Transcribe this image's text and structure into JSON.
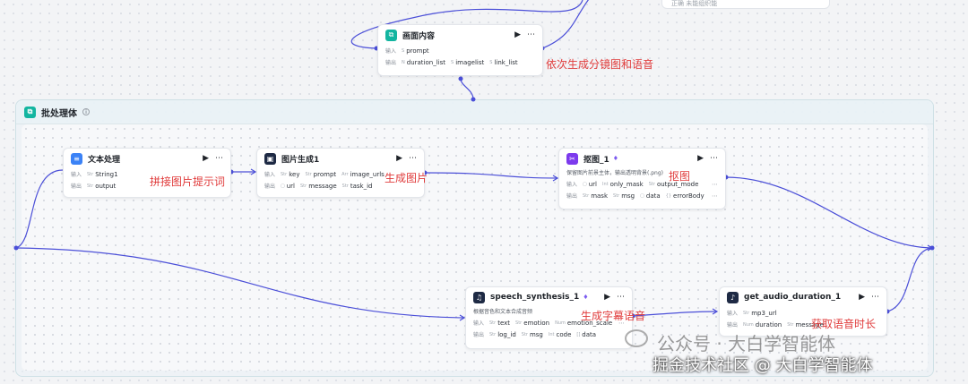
{
  "top_panel": {
    "text": "正确   未能组织能"
  },
  "labels": {
    "input": "输入",
    "output": "输出"
  },
  "colors": {
    "wire": "#4b4fd8",
    "annotation": "#e03b3b",
    "group_accent": "#13b5a0"
  },
  "nodes": {
    "huamian": {
      "title": "画面内容",
      "inputs": [
        "prompt"
      ],
      "outputs": [
        "duration_list",
        "imagelist",
        "link_list"
      ]
    },
    "wenben": {
      "title": "文本处理",
      "inputs": [
        "String1"
      ],
      "outputs": [
        "output"
      ]
    },
    "tupian": {
      "title": "图片生成1",
      "inputs": [
        "key",
        "prompt",
        "image_urls"
      ],
      "outputs": [
        "url",
        "message",
        "task_id"
      ]
    },
    "koutu": {
      "title": "抠图_1",
      "desc": "保留图片前景主体，输出透明背景(.png)",
      "inputs": [
        "url",
        "only_mask",
        "output_mode"
      ],
      "outputs": [
        "mask",
        "msg",
        "data",
        "errorBody"
      ]
    },
    "speech": {
      "title": "speech_synthesis_1",
      "desc": "根据音色和文本合成音频",
      "inputs": [
        "text",
        "emotion",
        "emotion_scale"
      ],
      "outputs": [
        "log_id",
        "msg",
        "code",
        "data"
      ]
    },
    "audio": {
      "title": "get_audio_duration_1",
      "inputs": [
        "mp3_url"
      ],
      "outputs": [
        "duration",
        "message"
      ]
    }
  },
  "group": {
    "title": "批处理体"
  },
  "annotations": {
    "huamian": "依次生成分镜图和语音",
    "wenben": "拼接图片提示词",
    "tupian": "生成图片",
    "koutu": "抠图",
    "speech": "生成字幕语音",
    "audio": "获取语音时长"
  },
  "watermark": {
    "line1": "公众号 · 大白学智能体",
    "line2": "掘金技术社区 @ 大白学智能体"
  }
}
